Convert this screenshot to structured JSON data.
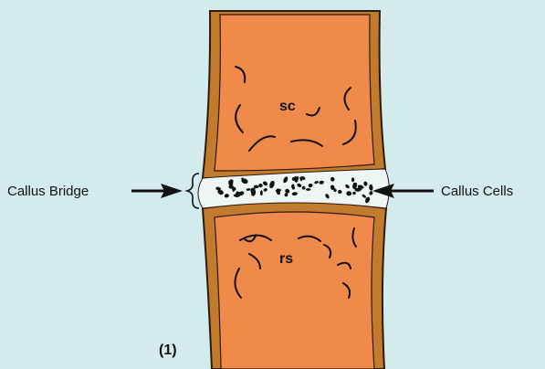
{
  "labels": {
    "callus_bridge": "Callus Bridge",
    "callus_cells": "Callus Cells",
    "scion": "sc",
    "rootstock": "rs",
    "figure_number": "(1)"
  },
  "colors": {
    "background": "#d3ebed",
    "tissue_fill": "#f08a4b",
    "bark": "#c27a2c",
    "outline": "#2b1a10",
    "callus_gap": "#eef5f5",
    "ink": "#111111"
  }
}
